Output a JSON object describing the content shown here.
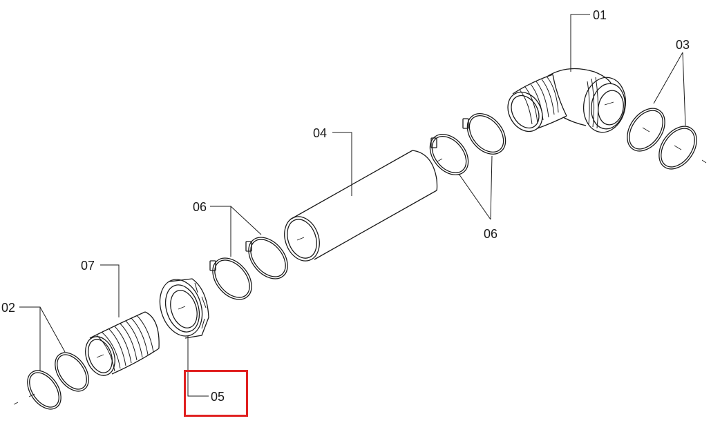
{
  "diagram": {
    "labels": {
      "part_01": "01",
      "part_02": "02",
      "part_03": "03",
      "part_04": "04",
      "part_05": "05",
      "part_06_left": "06",
      "part_06_right": "06",
      "part_07": "07"
    },
    "highlighted_part": "05",
    "colors": {
      "line": "#1a1a1a",
      "highlight": "#e02020",
      "background": "#ffffff"
    }
  }
}
